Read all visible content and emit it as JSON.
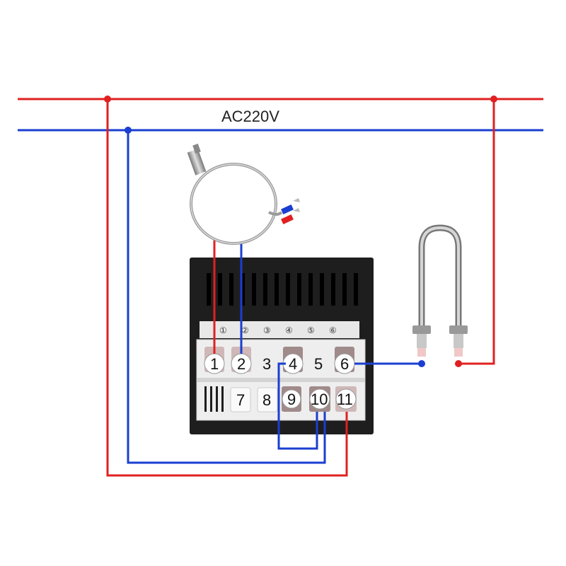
{
  "supply": {
    "label": "AC220V"
  },
  "colors": {
    "live": "#e02020",
    "neutral": "#1a3fd0",
    "controller_body": "#1e1e1e",
    "terminal_block": "#eeeeee",
    "heater_metal": "#a8a8a8"
  },
  "controller": {
    "position_labels": [
      "①",
      "②",
      "③",
      "④",
      "⑤",
      "⑥"
    ],
    "terminals_top": [
      "1",
      "2",
      "3",
      "4",
      "5",
      "6"
    ],
    "terminals_bottom": [
      "7",
      "8",
      "9",
      "10",
      "11"
    ]
  },
  "icons": [
    "thermocouple-probe-icon",
    "heater-element-icon",
    "controller-icon"
  ]
}
